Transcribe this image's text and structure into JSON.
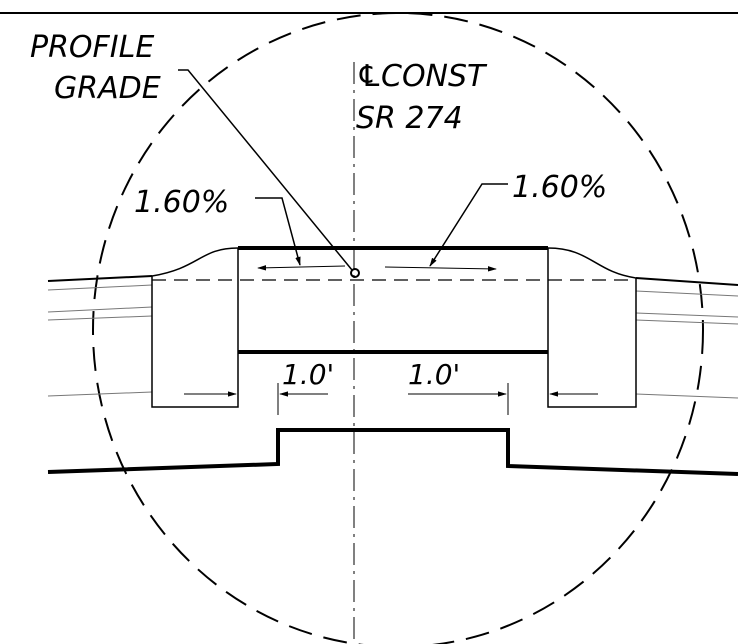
{
  "labels": {
    "profile_grade_line1": "PROFILE",
    "profile_grade_line2": "GRADE",
    "centerline_symbol": "℄",
    "centerline_line1": "CONST",
    "centerline_line2": "SR 274",
    "slope_left": "1.60%",
    "slope_right": "1.60%",
    "dim_left": "1.0'",
    "dim_right": "1.0'"
  }
}
